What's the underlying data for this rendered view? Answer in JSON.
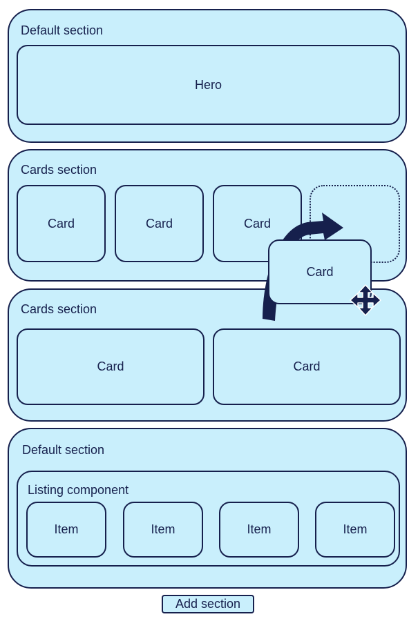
{
  "sections": [
    {
      "title": "Default section",
      "blocks": [
        "Hero"
      ]
    },
    {
      "title": "Cards section",
      "blocks": [
        "Card",
        "Card",
        "Card"
      ]
    },
    {
      "title": "Cards section",
      "blocks": [
        "Card",
        "Card"
      ]
    },
    {
      "title": "Default section",
      "listing": {
        "title": "Listing component",
        "items": [
          "Item",
          "Item",
          "Item",
          "Item"
        ]
      }
    }
  ],
  "dragging": {
    "label": "Card",
    "drop_target": "empty-card-slot"
  },
  "icons": {
    "drag": "curved-arrow-icon",
    "move": "move-cursor-icon"
  },
  "add_section_label": "Add section",
  "colors": {
    "fill": "#c9effc",
    "stroke": "#16204d"
  }
}
